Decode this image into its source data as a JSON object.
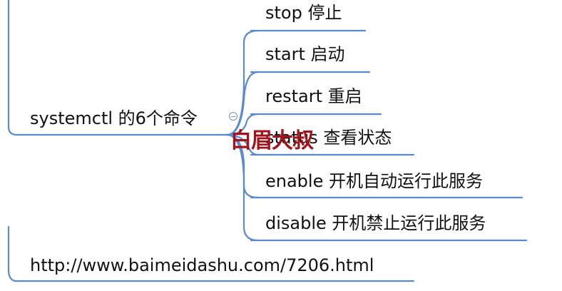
{
  "root_topic": {
    "label": "systemctl 的6个命令",
    "children": [
      {
        "label": "stop 停止"
      },
      {
        "label": "start  启动"
      },
      {
        "label": "restart 重启"
      },
      {
        "label": "status 查看状态"
      },
      {
        "label": "enable 开机自动运行此服务"
      },
      {
        "label": "disable 开机禁止运行此服务"
      }
    ]
  },
  "link_topic": {
    "label": "http://www.baimeidashu.com/7206.html"
  },
  "watermark": {
    "text": "白眉大叔"
  },
  "colors": {
    "branch": "#5b8ad0",
    "text": "#111111",
    "watermark": "#a1141b"
  },
  "icons": {
    "collapse": "collapse-minus-icon"
  }
}
